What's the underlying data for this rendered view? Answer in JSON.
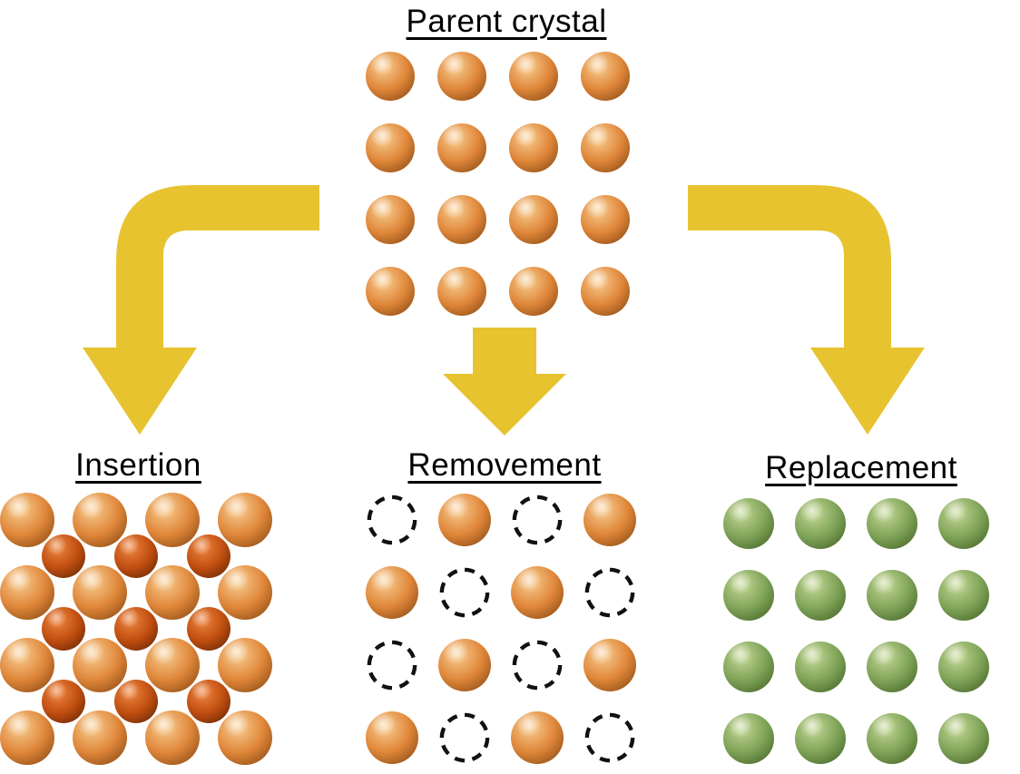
{
  "title": "Parent crystal",
  "sections": [
    {
      "id": "insertion",
      "label": "Insertion"
    },
    {
      "id": "removement",
      "label": "Removement"
    },
    {
      "id": "replacement",
      "label": "Replacement"
    }
  ],
  "colors": {
    "background": "#FFFFFF",
    "text": "#000000",
    "arrow": "#E7C32F",
    "orange_light": "#F8CE92",
    "orange_base": "#E0873A",
    "orange_dark": "#7C3F0C",
    "red_light": "#EF8640",
    "red_base": "#C04E10",
    "red_dark": "#571F03",
    "green_light": "#C4D795",
    "green_base": "#7FA458",
    "green_dark": "#3C5A1E",
    "vacancy_stroke": "#111111"
  },
  "grids": {
    "parent-grid": {
      "description": "4x4 square lattice of host atoms",
      "layers": [
        {
          "rows": 4,
          "cols": 4,
          "cell": "orange",
          "size": 54,
          "spacing": 79,
          "ox": 403,
          "oy": 57
        }
      ]
    },
    "insertion-grid": {
      "description": "host lattice with smaller interstitial atoms inserted",
      "layers": [
        {
          "rows": 4,
          "cols": 4,
          "cell": "orange",
          "size": 60,
          "spacing": 80,
          "ox": 0,
          "oy": 543
        },
        {
          "rows": 3,
          "cols": 3,
          "cell": "red",
          "size": 48,
          "spacing": 80,
          "ox": 46,
          "oy": 589
        }
      ]
    },
    "removement-grid": {
      "description": "host lattice with checkerboard vacancies (dashed circles)",
      "layers": [
        {
          "rows": 4,
          "cols": 4,
          "size": 58,
          "spacing": 80,
          "ox": 403,
          "oy": 544,
          "pattern": [
            [
              "vacancy",
              "orange",
              "vacancy",
              "orange"
            ],
            [
              "orange",
              "vacancy",
              "orange",
              "vacancy"
            ],
            [
              "vacancy",
              "orange",
              "vacancy",
              "orange"
            ],
            [
              "orange",
              "vacancy",
              "orange",
              "vacancy"
            ]
          ]
        }
      ]
    },
    "replacement-grid": {
      "description": "lattice with all host atoms replaced by a different species",
      "layers": [
        {
          "rows": 4,
          "cols": 4,
          "cell": "green",
          "size": 56,
          "spacing": 79,
          "ox": 797,
          "oy": 549
        }
      ]
    }
  }
}
